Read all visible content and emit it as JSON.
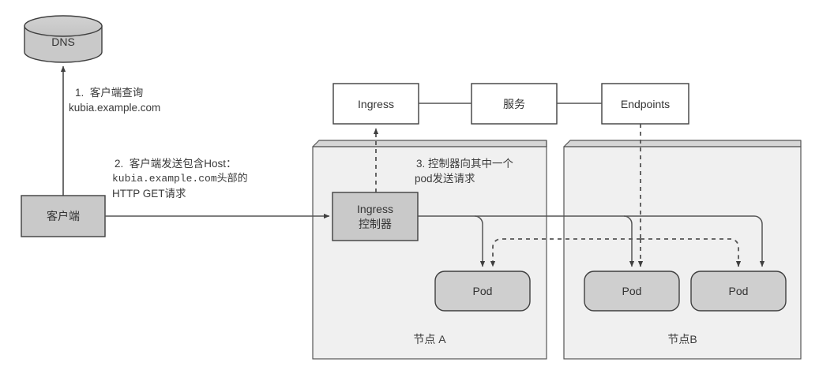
{
  "diagram": {
    "title": "Kubernetes Ingress request flow",
    "colors": {
      "shape_fill": "#c9c9c9",
      "node_fill": "#f0f0f0",
      "box_fill": "#ffffff",
      "stroke": "#555555",
      "dark_stroke": "#3f3f3f",
      "text": "#3b3b3b",
      "page_bg": "#ffffff"
    },
    "nodes": {
      "dns": {
        "label": "DNS",
        "shape": "cylinder"
      },
      "client": {
        "label": "客户端",
        "shape": "rect"
      },
      "ingress": {
        "label": "Ingress",
        "shape": "rect"
      },
      "service": {
        "label": "服务",
        "shape": "rect"
      },
      "endpoints": {
        "label": "Endpoints",
        "shape": "rect"
      },
      "ingress_controller": {
        "label_line1": "Ingress",
        "label_line2": "控制器",
        "shape": "rect"
      },
      "node_a": {
        "label": "节点 A",
        "shape": "node-box"
      },
      "node_b": {
        "label": "节点B",
        "shape": "node-box"
      },
      "pod_a1": {
        "label": "Pod",
        "shape": "rounded-rect"
      },
      "pod_b1": {
        "label": "Pod",
        "shape": "rounded-rect"
      },
      "pod_b2": {
        "label": "Pod",
        "shape": "rounded-rect"
      }
    },
    "annotations": {
      "step1": {
        "line1": "1.  客户端查询",
        "line2": "kubia.example.com"
      },
      "step2": {
        "line1": "2.  客户端发送包含Host：",
        "line2": "kubia.example.com头部的",
        "line3": "HTTP GET请求"
      },
      "step3": {
        "line1": "3. 控制器向其中一个",
        "line2": "pod发送请求"
      }
    },
    "edges": [
      {
        "from": "client",
        "to": "dns",
        "style": "solid",
        "arrow": true
      },
      {
        "from": "client",
        "to": "ingress_controller",
        "style": "solid",
        "arrow": true
      },
      {
        "from": "ingress",
        "to": "service",
        "style": "solid",
        "arrow": false
      },
      {
        "from": "service",
        "to": "endpoints",
        "style": "solid",
        "arrow": false
      },
      {
        "from": "ingress_controller",
        "to": "ingress",
        "style": "dashed",
        "arrow": true
      },
      {
        "from": "endpoints",
        "to": "pod_a1",
        "style": "dashed",
        "arrow": true
      },
      {
        "from": "endpoints",
        "to": "pod_b1",
        "style": "dashed",
        "arrow": true
      },
      {
        "from": "endpoints",
        "to": "pod_b2",
        "style": "dashed",
        "arrow": true
      },
      {
        "from": "ingress_controller",
        "to": "pod_a1",
        "style": "solid",
        "arrow": true
      },
      {
        "from": "ingress_controller",
        "to": "pod_b1",
        "style": "solid",
        "arrow": true
      },
      {
        "from": "ingress_controller",
        "to": "pod_b2",
        "style": "solid",
        "arrow": true
      }
    ]
  }
}
